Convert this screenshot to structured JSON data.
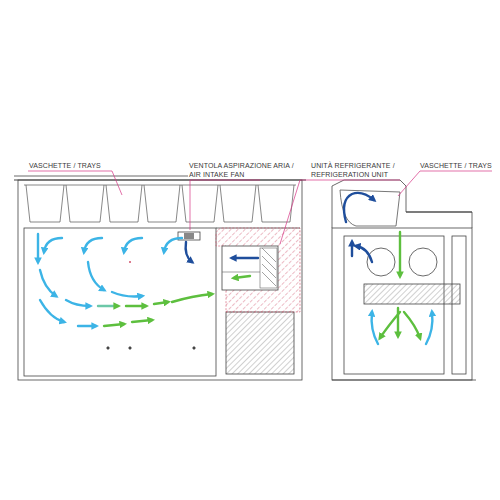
{
  "diagram": {
    "labels": [
      "VASCHETTE / TRAYS",
      "VENTOLA ASPIRAZIONE ARIA / AIR INTAKE FAN",
      "UNITÀ REFRIGERANTE / REFRIGERATION UNIT",
      "VASCHETTE / TRAYS"
    ]
  }
}
